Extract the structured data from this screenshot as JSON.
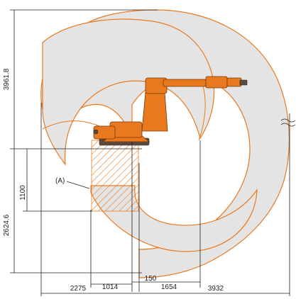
{
  "diagram": {
    "dimensions": {
      "top_vertical": "3961.8",
      "lower_vertical": "2624.6",
      "hatched_height": "1100",
      "left_horizontal": "2275",
      "mid_horizontal": "1014",
      "offset": "150",
      "right_inner": "1654",
      "right_outer": "3932"
    },
    "callout_label": "(A)",
    "colors": {
      "envelope_fill": "#e4e4e4",
      "envelope_stroke": "#e87a1f",
      "robot_body": "#e8791e",
      "hatch": "#e87a1f"
    }
  }
}
